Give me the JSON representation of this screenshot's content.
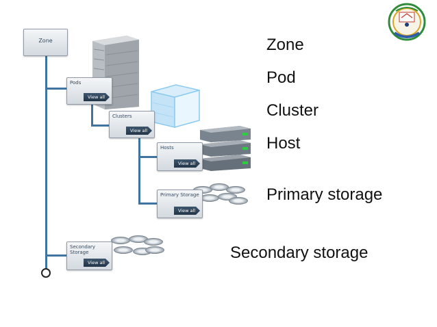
{
  "hierarchy": {
    "zone": {
      "label": "Zone"
    },
    "pods": {
      "label": "Pods",
      "button": "View all"
    },
    "clusters": {
      "label": "Clusters",
      "button": "View all"
    },
    "hosts": {
      "label": "Hosts",
      "button": "View all"
    },
    "primary_storage": {
      "label": "Primary Storage",
      "button": "View all"
    },
    "secondary_storage": {
      "label_line1": "Secondary",
      "label_line2": "Storage",
      "button": "View all"
    }
  },
  "legend": {
    "zone": "Zone",
    "pod": "Pod",
    "cluster": "Cluster",
    "host": "Host",
    "primary_storage": "Primary storage",
    "secondary_storage": "Secondary storage"
  },
  "colors": {
    "connector": "#3f74a0",
    "button": "#2c4156"
  },
  "icons": [
    "logo-emblem",
    "server-rack-icon",
    "cluster-cube-icon",
    "host-server-icon",
    "storage-disks-icon"
  ]
}
